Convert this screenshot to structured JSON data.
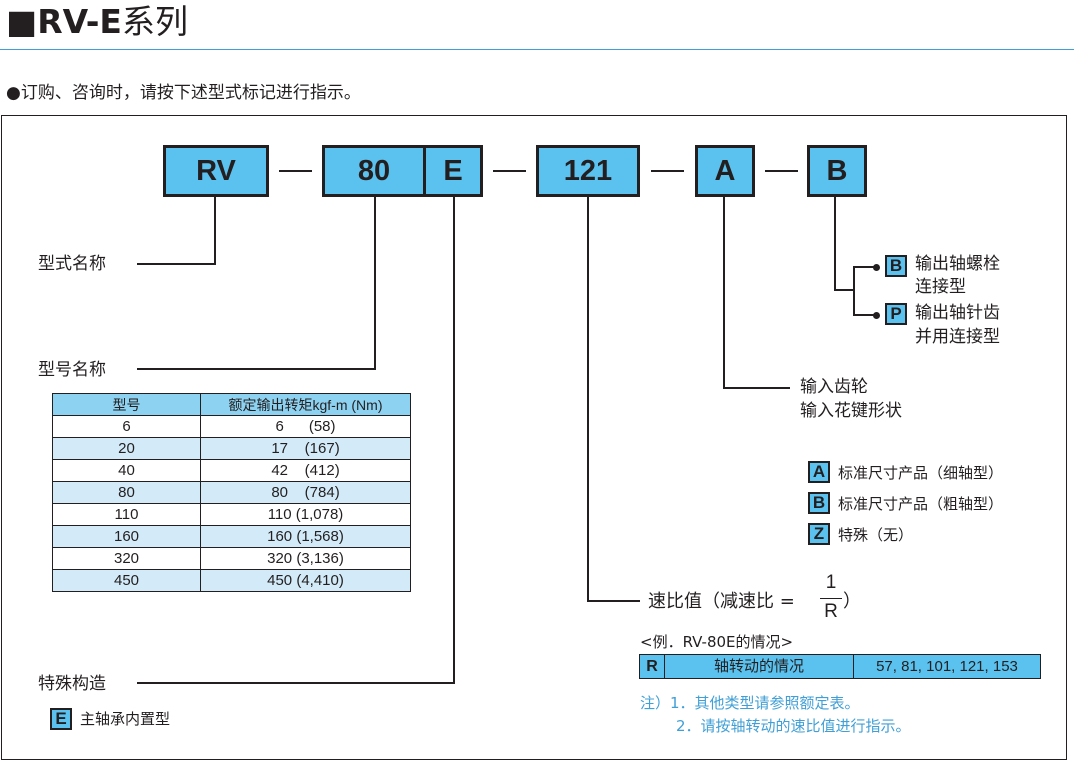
{
  "title": {
    "latin": "RV-E",
    "cn": "系列"
  },
  "intro": "●订购、咨询时，请按下述型式标记进行指示。",
  "code": {
    "rv": "RV",
    "size": "80",
    "e": "E",
    "ratio": "121",
    "a": "A",
    "b": "B"
  },
  "labels": {
    "type_name": "型式名称",
    "model_name": "型号名称",
    "special": "特殊构造",
    "input_gear_1": "输入齿轮",
    "input_gear_2": "输入花键形状",
    "ratio_prefix": "速比值（减速比 =",
    "ratio_suffix": "）",
    "frac_num": "1",
    "frac_den": "R"
  },
  "output_options": [
    {
      "code": "B",
      "line1": "输出轴螺栓",
      "line2": "连接型"
    },
    {
      "code": "P",
      "line1": "输出轴针齿",
      "line2": "并用连接型"
    }
  ],
  "input_options": [
    {
      "code": "A",
      "text": "标准尺寸产品（细轴型）"
    },
    {
      "code": "B",
      "text": "标准尺寸产品（粗轴型）"
    },
    {
      "code": "Z",
      "text": "特殊（无）"
    }
  ],
  "special_option": {
    "code": "E",
    "text": "主轴承内置型"
  },
  "model_table": {
    "headers": [
      "型号",
      "额定输出转矩kgf-m (Nm)"
    ],
    "rows": [
      [
        "6",
        "6      (58)"
      ],
      [
        "20",
        "17    (167)"
      ],
      [
        "40",
        "42    (412)"
      ],
      [
        "80",
        "80    (784)"
      ],
      [
        "110",
        "110 (1,078)"
      ],
      [
        "160",
        "160 (1,568)"
      ],
      [
        "320",
        "320 (3,136)"
      ],
      [
        "450",
        "450 (4,410)"
      ]
    ]
  },
  "example": {
    "caption": "<例．RV-80E的情况>",
    "code": "R",
    "label": "轴转动的情况",
    "values": "57, 81, 101, 121, 153"
  },
  "notes": [
    "注）1．其他类型请参照额定表。",
    "2．请按轴转动的速比值进行指示。"
  ],
  "colors": {
    "accent": "#5bc2ef",
    "header": "#8ed2f1",
    "row_alt": "#d3ebf8",
    "note": "#3f9fd6",
    "rule": "#3f9fd6"
  }
}
